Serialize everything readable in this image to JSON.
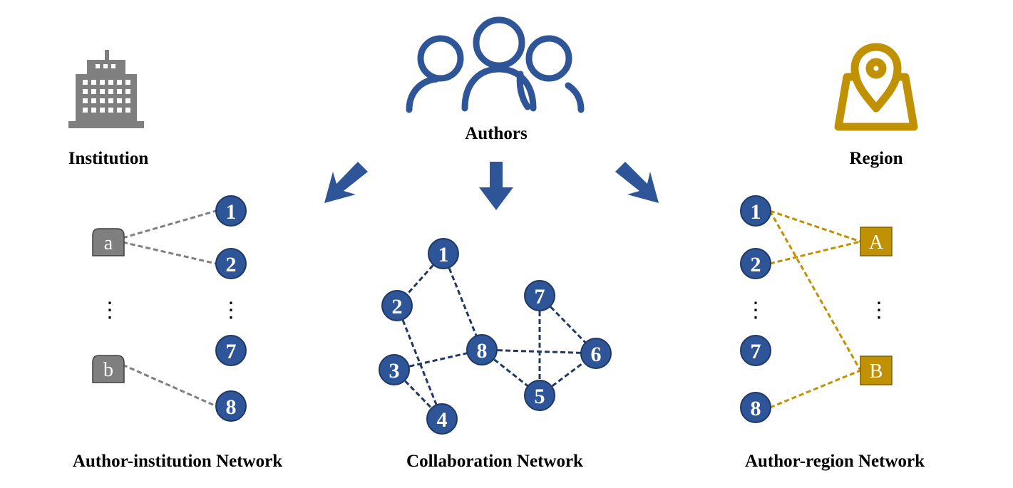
{
  "colors": {
    "author_blue": "#2e5597",
    "author_edge": "#1f3864",
    "institution_gray": "#7f7f7f",
    "region_gold": "#c09100",
    "collab_edge": "#1f3864"
  },
  "icons": {
    "institution": "building-icon",
    "authors": "users-group-icon",
    "region": "map-pin-icon"
  },
  "labels": {
    "institution": "Institution",
    "authors": "Authors",
    "region": "Region",
    "author_institution_network": "Author-institution Network",
    "collaboration_network": "Collaboration Network",
    "author_region_network": "Author-region Network"
  },
  "author_institution": {
    "institutions": [
      "a",
      "b"
    ],
    "authors": [
      "1",
      "2",
      "7",
      "8"
    ],
    "ellipsis": "⋮",
    "links": [
      [
        "a",
        "1"
      ],
      [
        "a",
        "2"
      ],
      [
        "b",
        "8"
      ]
    ]
  },
  "collaboration": {
    "authors": [
      "1",
      "2",
      "3",
      "4",
      "5",
      "6",
      "7",
      "8"
    ],
    "links": [
      [
        "1",
        "2"
      ],
      [
        "1",
        "8"
      ],
      [
        "2",
        "4"
      ],
      [
        "3",
        "4"
      ],
      [
        "3",
        "8"
      ],
      [
        "8",
        "6"
      ],
      [
        "8",
        "5"
      ],
      [
        "7",
        "5"
      ],
      [
        "7",
        "6"
      ],
      [
        "5",
        "6"
      ]
    ]
  },
  "author_region": {
    "regions": [
      "A",
      "B"
    ],
    "authors": [
      "1",
      "2",
      "7",
      "8"
    ],
    "ellipsis": "⋮",
    "links": [
      [
        "1",
        "A"
      ],
      [
        "2",
        "A"
      ],
      [
        "1",
        "B"
      ],
      [
        "8",
        "B"
      ]
    ]
  }
}
